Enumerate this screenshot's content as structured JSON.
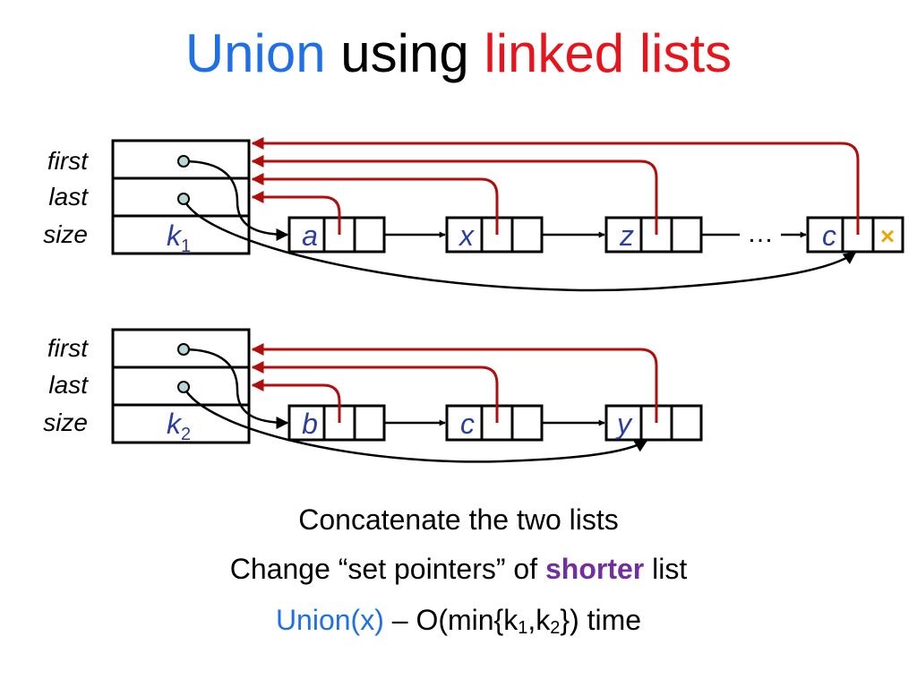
{
  "title": {
    "word1": "Union",
    "word2": "using",
    "word3": "linked lists",
    "color1": "#1f6fe6",
    "color2": "#000000",
    "color3": "#e8141c"
  },
  "colors": {
    "set_pointer": "#b00d0d",
    "blue_text": "#2b3e9e",
    "null_marker": "#e8a90c",
    "shorter": "#7030a0",
    "union_call": "#1f6fe6"
  },
  "lists": [
    {
      "header_labels": [
        "first",
        "last",
        "size"
      ],
      "size_var": "k",
      "size_sub": "1",
      "nodes": [
        "a",
        "x",
        "z",
        "c"
      ],
      "ellipsis": "…",
      "null_marker": "×"
    },
    {
      "header_labels": [
        "first",
        "last",
        "size"
      ],
      "size_var": "k",
      "size_sub": "2",
      "nodes": [
        "b",
        "c",
        "y"
      ]
    }
  ],
  "captions": {
    "line1": "Concatenate the two lists",
    "line2_pre": "Change “set pointers” of ",
    "line2_bold": "shorter",
    "line2_post": " list",
    "line3_call": "Union(x)",
    "line3_a": " – O(min{k",
    "line3_sub1": "1",
    "line3_b": ",k",
    "line3_sub2": "2",
    "line3_c": "}) time"
  }
}
